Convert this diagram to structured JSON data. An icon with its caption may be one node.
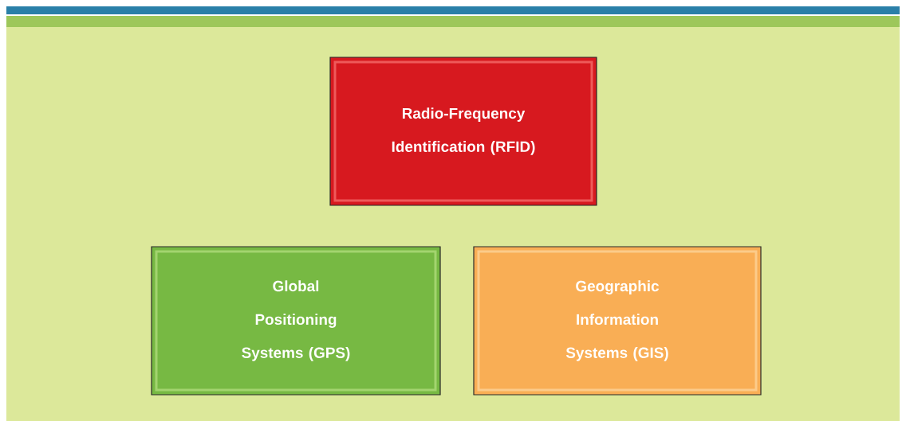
{
  "diagram": {
    "nodes": [
      {
        "text": [
          "Radio-Frequency Identification (RFID)"
        ]
      },
      {
        "text": [
          "Global Positioning Systems (GPS)"
        ]
      },
      {
        "text": [
          "Geographic Information Systems (GIS)"
        ]
      }
    ]
  }
}
